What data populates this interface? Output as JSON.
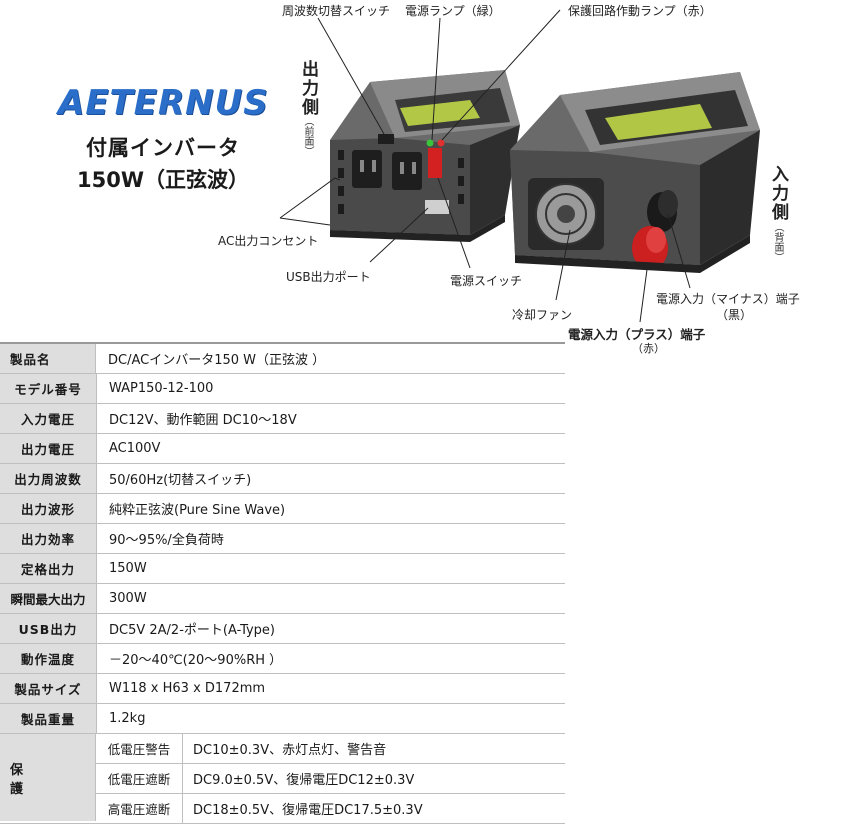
{
  "brand": {
    "logo": "AETERNUS",
    "subtitle": "付属インバータ",
    "rating": "150W（正弦波）"
  },
  "callouts": {
    "freq_switch": "周波数切替スイッチ",
    "power_lamp": "電源ランプ（緑）",
    "protect_lamp": "保護回路作動ランプ（赤）",
    "ac_outlet": "AC出力コンセント",
    "usb_port": "USB出力ポート",
    "power_switch": "電源スイッチ",
    "cooling_fan": "冷却ファン",
    "minus_terminal": "電源入力（マイナス）端子",
    "minus_color": "（黒）",
    "plus_terminal": "電源入力（プラス）端子",
    "plus_color": "（赤）",
    "output_side": "出力側",
    "output_side_sub": "（前面）",
    "input_side": "入力側",
    "input_side_sub": "（背面）"
  },
  "specs": [
    {
      "label": "製品名",
      "value": "DC/ACインバータ150 W（正弦波 ）"
    },
    {
      "label": "モデル番号",
      "value": "WAP150-12-100"
    },
    {
      "label": "入力電圧",
      "value": "DC12V、動作範囲 DC10～18V"
    },
    {
      "label": "出力電圧",
      "value": "AC100V"
    },
    {
      "label": "出力周波数",
      "value": "50/60Hz(切替スイッチ)"
    },
    {
      "label": "出力波形",
      "value": "純粋正弦波(Pure Sine Wave)"
    },
    {
      "label": "出力効率",
      "value": "90～95%/全負荷時"
    },
    {
      "label": "定格出力",
      "value": "150W"
    },
    {
      "label": "瞬間最大出力",
      "value": "300W"
    },
    {
      "label": "USB出力",
      "value": "DC5V 2A/2-ポート(A-Type)"
    },
    {
      "label": "動作温度",
      "value": "－20～40℃(20～90%RH ）"
    },
    {
      "label": "製品サイズ",
      "value": "W118 x H63 x D172mm"
    },
    {
      "label": "製品重量",
      "value": "1.2kg"
    }
  ],
  "protection": {
    "label": "保護",
    "items": [
      {
        "label": "低電圧警告",
        "value": "DC10±0.3V、赤灯点灯、警告音"
      },
      {
        "label": "低電圧遮断",
        "value": "DC9.0±0.5V、復帰電圧DC12±0.3V"
      },
      {
        "label": "高電圧遮断",
        "value": "DC18±0.5V、復帰電圧DC17.5±0.3V"
      }
    ]
  },
  "colors": {
    "logo": "#2a6ec9",
    "label_bg": "#dedede",
    "housing": "#5a5a5a",
    "switch_red": "#d32020",
    "lamp_green": "#39c43a",
    "terminal_red": "#cc1f1f"
  }
}
